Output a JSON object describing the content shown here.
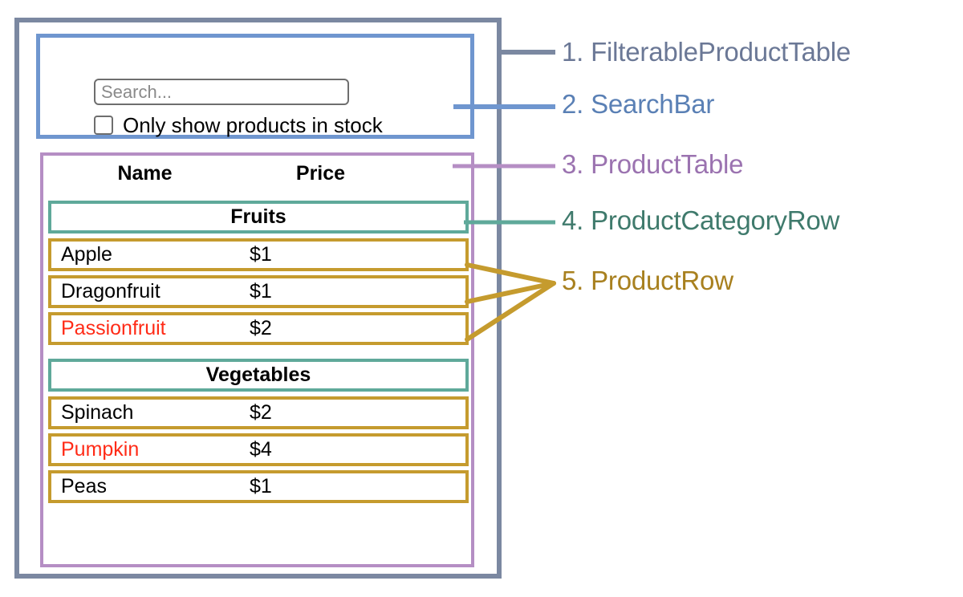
{
  "diagram": {
    "title": "React component hierarchy diagram",
    "colors": {
      "filterable_product_table": "#7b88a1",
      "search_bar": "#6f96cf",
      "product_table": "#b58ec4",
      "product_category_row": "#5fa99a",
      "product_row": "#c59b2e",
      "out_of_stock_text": "#ff2b17"
    },
    "annotations": [
      {
        "index": "1.",
        "name": "FilterableProductTable",
        "text": "1. FilterableProductTable",
        "color": "#6b7896"
      },
      {
        "index": "2.",
        "name": "SearchBar",
        "text": "2. SearchBar",
        "color": "#5a80b5"
      },
      {
        "index": "3.",
        "name": "ProductTable",
        "text": "3. ProductTable",
        "color": "#9b73b0"
      },
      {
        "index": "4.",
        "name": "ProductCategoryRow",
        "text": "4. ProductCategoryRow",
        "color": "#3f7a6c"
      },
      {
        "index": "5.",
        "name": "ProductRow",
        "text": "5. ProductRow",
        "color": "#a8801f"
      }
    ]
  },
  "search_bar": {
    "input_value": "",
    "input_placeholder": "Search...",
    "checkbox_label": "Only show products in stock",
    "checkbox_checked": false
  },
  "product_table": {
    "headers": {
      "name": "Name",
      "price": "Price"
    },
    "groups": [
      {
        "category": "Fruits",
        "products": [
          {
            "name": "Apple",
            "price": "$1",
            "in_stock": true
          },
          {
            "name": "Dragonfruit",
            "price": "$1",
            "in_stock": true
          },
          {
            "name": "Passionfruit",
            "price": "$2",
            "in_stock": false
          }
        ]
      },
      {
        "category": "Vegetables",
        "products": [
          {
            "name": "Spinach",
            "price": "$2",
            "in_stock": true
          },
          {
            "name": "Pumpkin",
            "price": "$4",
            "in_stock": false
          },
          {
            "name": "Peas",
            "price": "$1",
            "in_stock": true
          }
        ]
      }
    ]
  }
}
